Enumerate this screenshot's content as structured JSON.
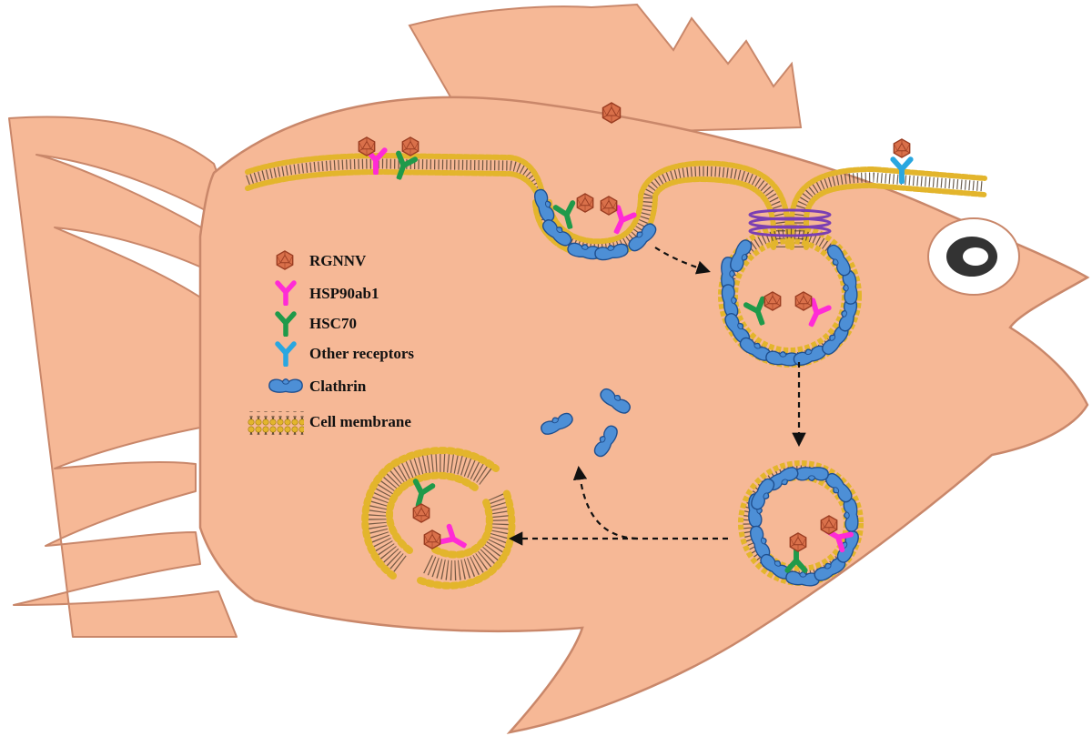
{
  "legend": {
    "rgnnv": "RGNNV",
    "hsp90ab1": "HSP90ab1",
    "hsc70": "HSC70",
    "other_receptors": "Other receptors",
    "clathrin": "Clathrin",
    "cell_membrane": "Cell membrane"
  },
  "colors": {
    "fish_body": "#f6b896",
    "fish_outline": "#c9876a",
    "membrane_head": "#e3b52c",
    "membrane_tail": "#4a3a28",
    "virus": "#d9704a",
    "virus_outline": "#9a3d22",
    "hsp90ab1": "#ff2bd6",
    "hsc70": "#1f9a4a",
    "other_receptors": "#2aa7e0",
    "clathrin": "#4d8fd6",
    "clathrin_outline": "#1f4f8f",
    "dynamin": "#7a3fb3",
    "eye_outer": "#ffffff",
    "eye_pupil": "#333333"
  },
  "icons": [
    "virus-icon",
    "hsp90ab1-receptor-icon",
    "hsc70-receptor-icon",
    "other-receptor-icon",
    "clathrin-icon",
    "cell-membrane-icon",
    "dynamin-ring-icon",
    "fish-eye-icon"
  ]
}
